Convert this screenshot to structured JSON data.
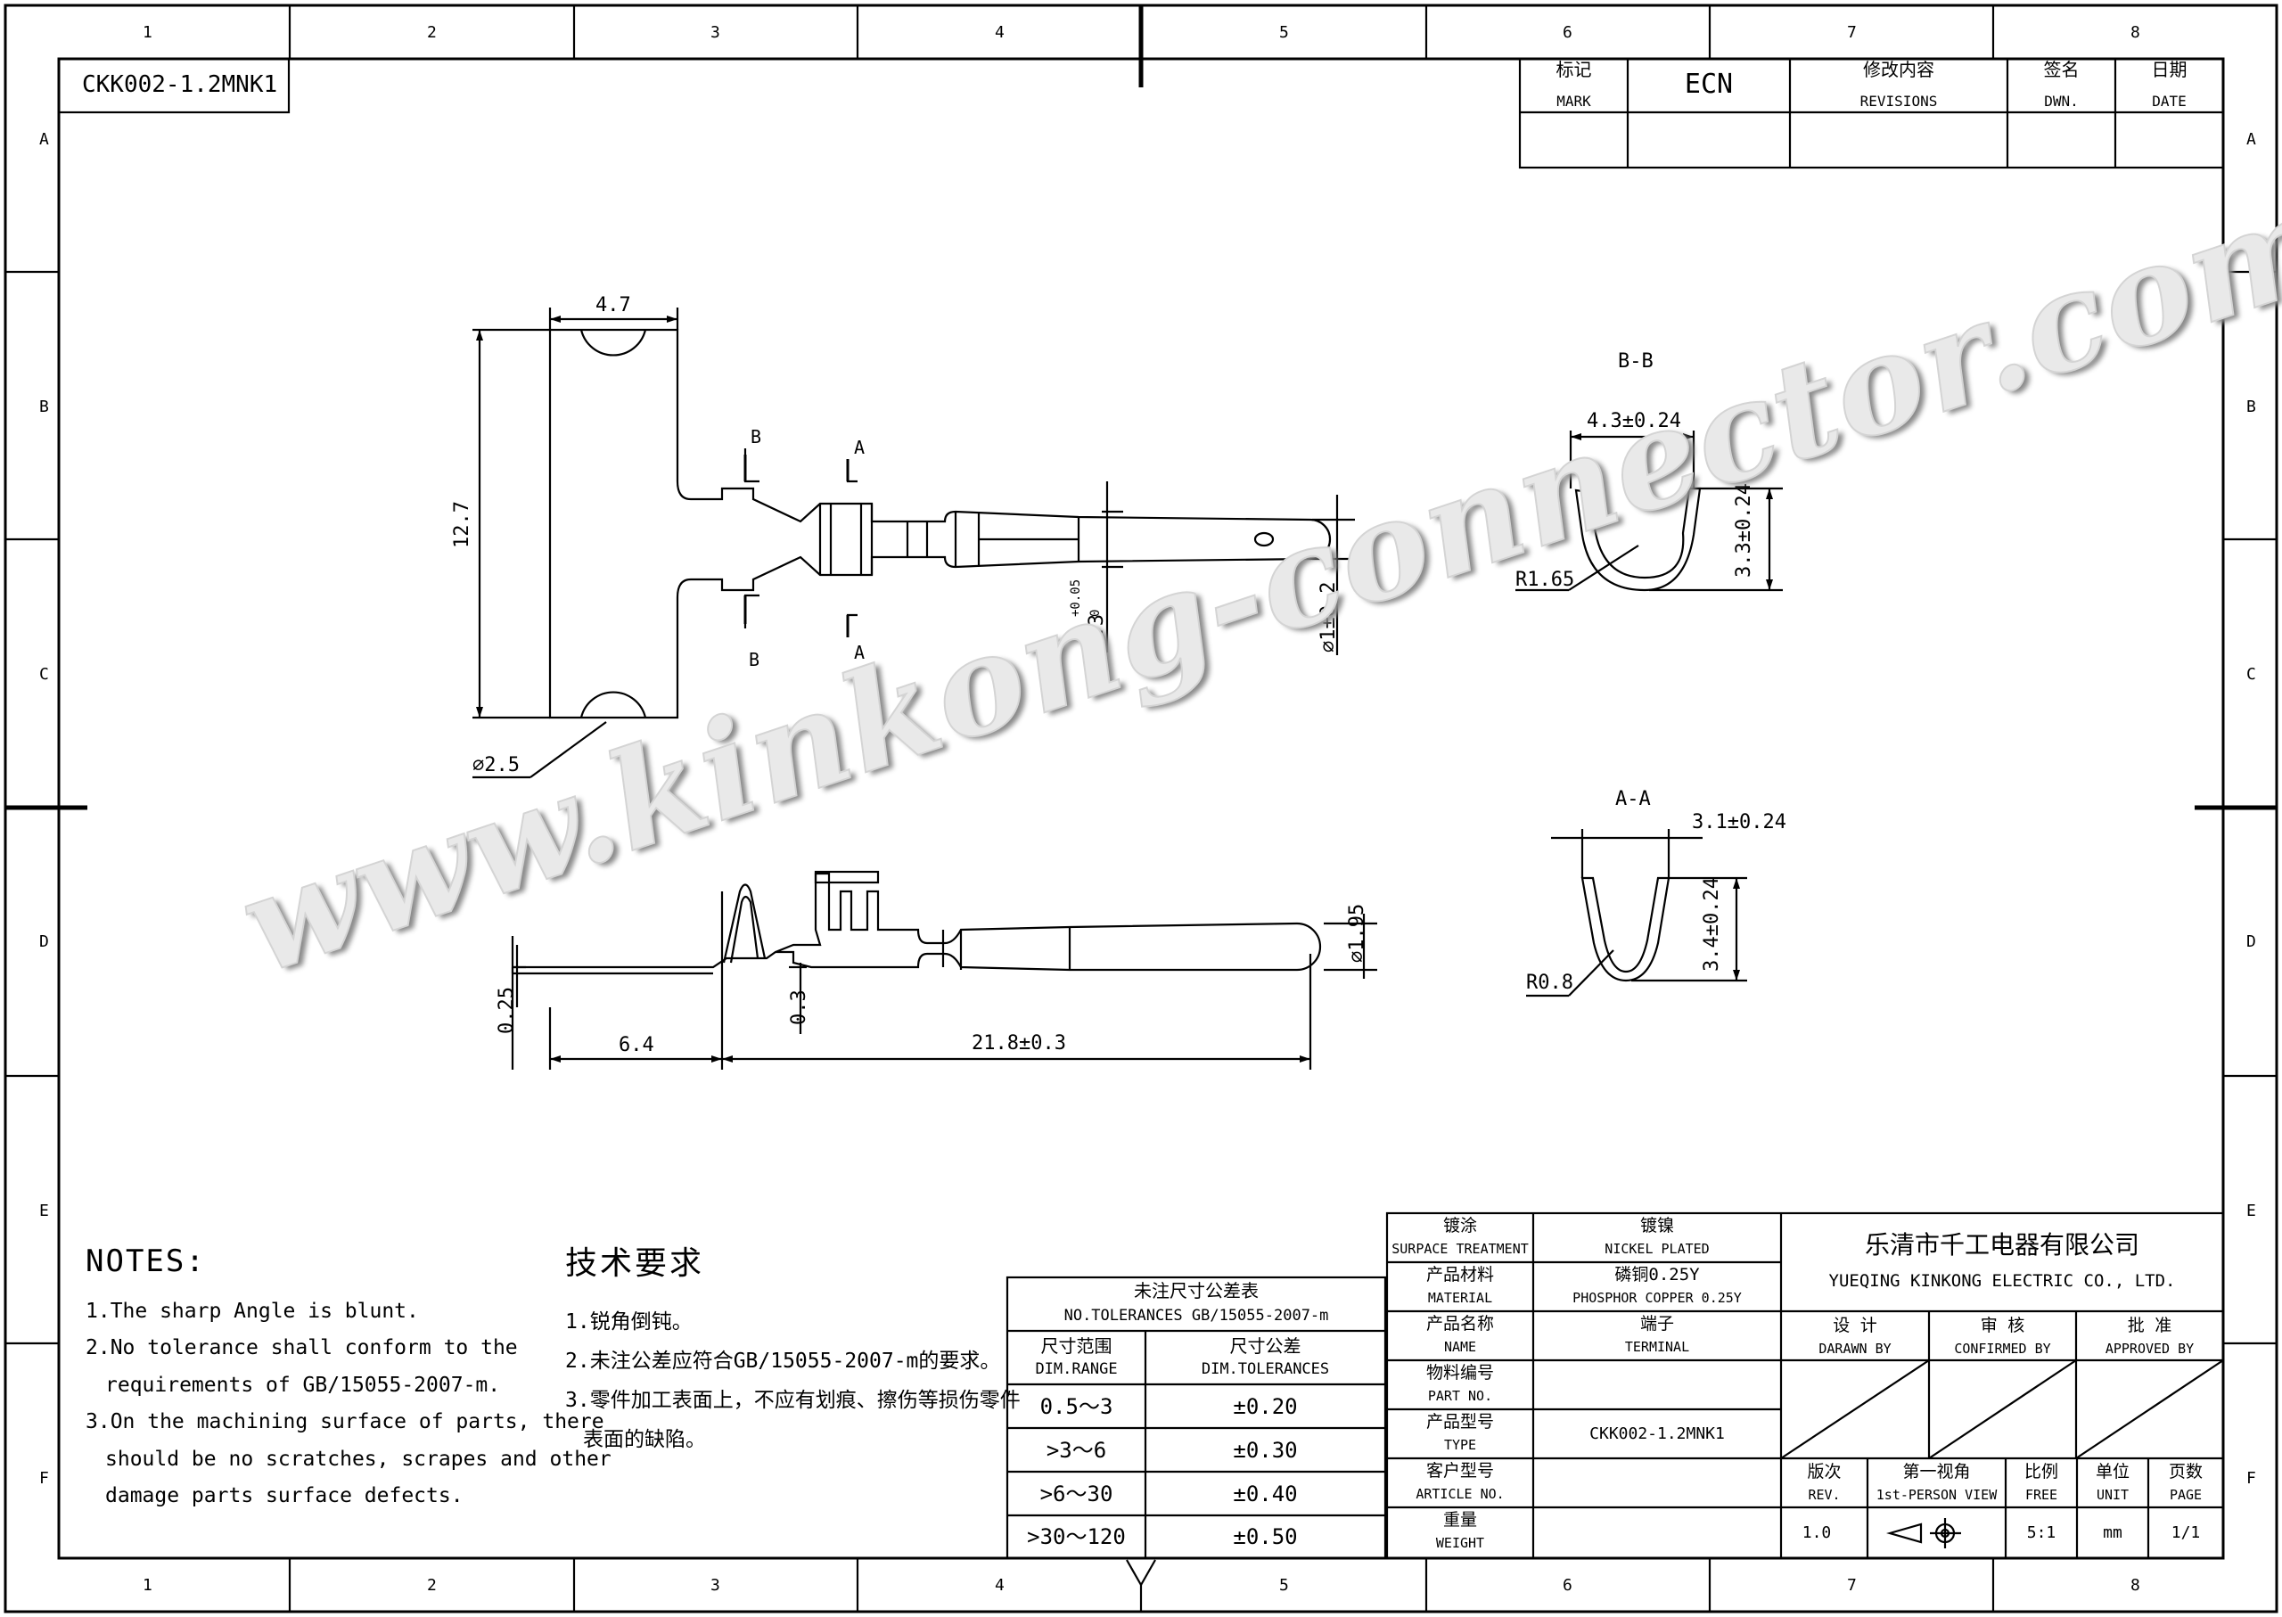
{
  "header": {
    "drawing_no": "CKK002-1.2MNK1",
    "grid_cols": [
      "1",
      "2",
      "3",
      "4",
      "5",
      "6",
      "7",
      "8"
    ],
    "grid_rows": [
      "A",
      "B",
      "C",
      "D",
      "E",
      "F"
    ]
  },
  "revision_table": {
    "mark_cn": "标记",
    "mark_en": "MARK",
    "ecn": "ECN",
    "rev_cn": "修改内容",
    "rev_en": "REVISIONS",
    "dwn_cn": "签名",
    "dwn_en": "DWN.",
    "date_cn": "日期",
    "date_en": "DATE"
  },
  "dims": {
    "d47": "4.7",
    "d127": "12.7",
    "d25": "⌀2.5",
    "d33": "⌀3.3",
    "d33tol": "+0.05",
    "d33tol0": "0",
    "d1": "⌀1±0.2",
    "d195": "⌀1.95",
    "d025": "0.25",
    "d03": "0.3",
    "d64": "6.4",
    "d218": "21.8±0.3",
    "secA": "A",
    "secB": "B",
    "bb_title": "B-B",
    "bb_w": "4.3±0.24",
    "bb_h": "3.3±0.24",
    "bb_r": "R1.65",
    "aa_title": "A-A",
    "aa_w": "3.1±0.24",
    "aa_h": "3.4±0.24",
    "aa_r": "R0.8"
  },
  "watermark": "www.kinkong-connector.com",
  "notes": {
    "title": "NOTES:",
    "items": [
      "1.The sharp Angle is blunt.",
      "2.No tolerance shall conform to the",
      "requirements of GB/15055-2007-m.",
      "3.On the machining surface of parts, there",
      "should be no scratches, scrapes and other",
      "damage parts surface defects."
    ]
  },
  "tech_req": {
    "title": "技术要求",
    "items": [
      "1.锐角倒钝。",
      "2.未注公差应符合GB/15055-2007-m的要求。",
      "3.零件加工表面上，不应有划痕、擦伤等损伤零件",
      "表面的缺陷。"
    ]
  },
  "tolerance_table": {
    "title_cn": "未注尺寸公差表",
    "title_en": "NO.TOLERANCES GB/15055-2007-m",
    "col1_cn": "尺寸范围",
    "col1_en": "DIM.RANGE",
    "col2_cn": "尺寸公差",
    "col2_en": "DIM.TOLERANCES",
    "rows": [
      {
        "range": "0.5～3",
        "tol": "±0.20"
      },
      {
        "range": ">3～6",
        "tol": "±0.30"
      },
      {
        "range": ">6～30",
        "tol": "±0.40"
      },
      {
        "range": ">30～120",
        "tol": "±0.50"
      }
    ]
  },
  "title_block": {
    "surface_cn": "镀涂",
    "surface_en": "SURPACE TREATMENT",
    "surface_val_cn": "镀镍",
    "surface_val_en": "NICKEL PLATED",
    "material_cn": "产品材料",
    "material_en": "MATERIAL",
    "material_val_cn": "磷铜0.25Y",
    "material_val_en": "PHOSPHOR COPPER 0.25Y",
    "name_cn": "产品名称",
    "name_en": "NAME",
    "name_val_cn": "端子",
    "name_val_en": "TERMINAL",
    "partno_cn": "物料编号",
    "partno_en": "PART NO.",
    "type_cn": "产品型号",
    "type_en": "TYPE",
    "type_val": "CKK002-1.2MNK1",
    "article_cn": "客户型号",
    "article_en": "ARTICLE NO.",
    "weight_cn": "重量",
    "weight_en": "WEIGHT",
    "company_cn": "乐清市千工电器有限公司",
    "company_en": "YUEQING KINKONG ELECTRIC CO., LTD.",
    "design_cn": "设 计",
    "design_en": "DARAWN BY",
    "check_cn": "审 核",
    "check_en": "CONFIRMED BY",
    "approve_cn": "批 准",
    "approve_en": "APPROVED BY",
    "rev_cn": "版次",
    "rev_en": "REV.",
    "view_cn": "第一视角",
    "view_en": "1st-PERSON VIEW",
    "scale_cn": "比例",
    "scale_en": "FREE",
    "unit_cn": "单位",
    "unit_en": "UNIT",
    "page_cn": "页数",
    "page_en": "PAGE",
    "rev_val": "1.0",
    "scale_val": "5:1",
    "unit_val": "mm",
    "page_val": "1/1"
  }
}
